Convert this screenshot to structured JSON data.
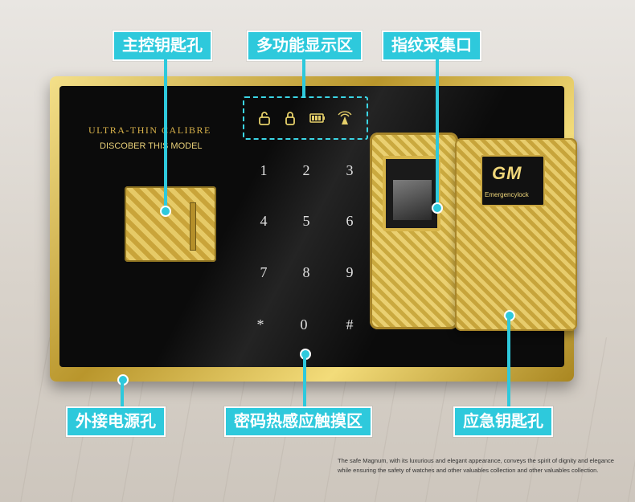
{
  "callouts": {
    "main_keyhole": "主控钥匙孔",
    "display_area": "多功能显示区",
    "fingerprint": "指纹采集口",
    "power": "外接电源孔",
    "touch_area": "密码热感应触摸区",
    "emergency_keyhole": "应急钥匙孔"
  },
  "brand": {
    "line1": "ULTRA-THIN CALIBRE",
    "line2": "DISCOBER THIS MODEL"
  },
  "keypad": [
    "1",
    "2",
    "3",
    "4",
    "5",
    "6",
    "7",
    "8",
    "9",
    "*",
    "0",
    "#"
  ],
  "emergency": {
    "logo": "GM",
    "text": "Emergencylock"
  },
  "status_icons": [
    "unlock-icon",
    "lock-icon",
    "battery-icon",
    "signal-icon"
  ],
  "description": "The safe Magnum, with its luxurious and elegant appearance, conveys the spirit of dignity and elegance while ensuring the safety of watches and other valuables collection and other valuables collection.",
  "colors": {
    "accent": "#2ec9dc",
    "gold": "#d7b54a",
    "panel": "#0b0b0b"
  }
}
